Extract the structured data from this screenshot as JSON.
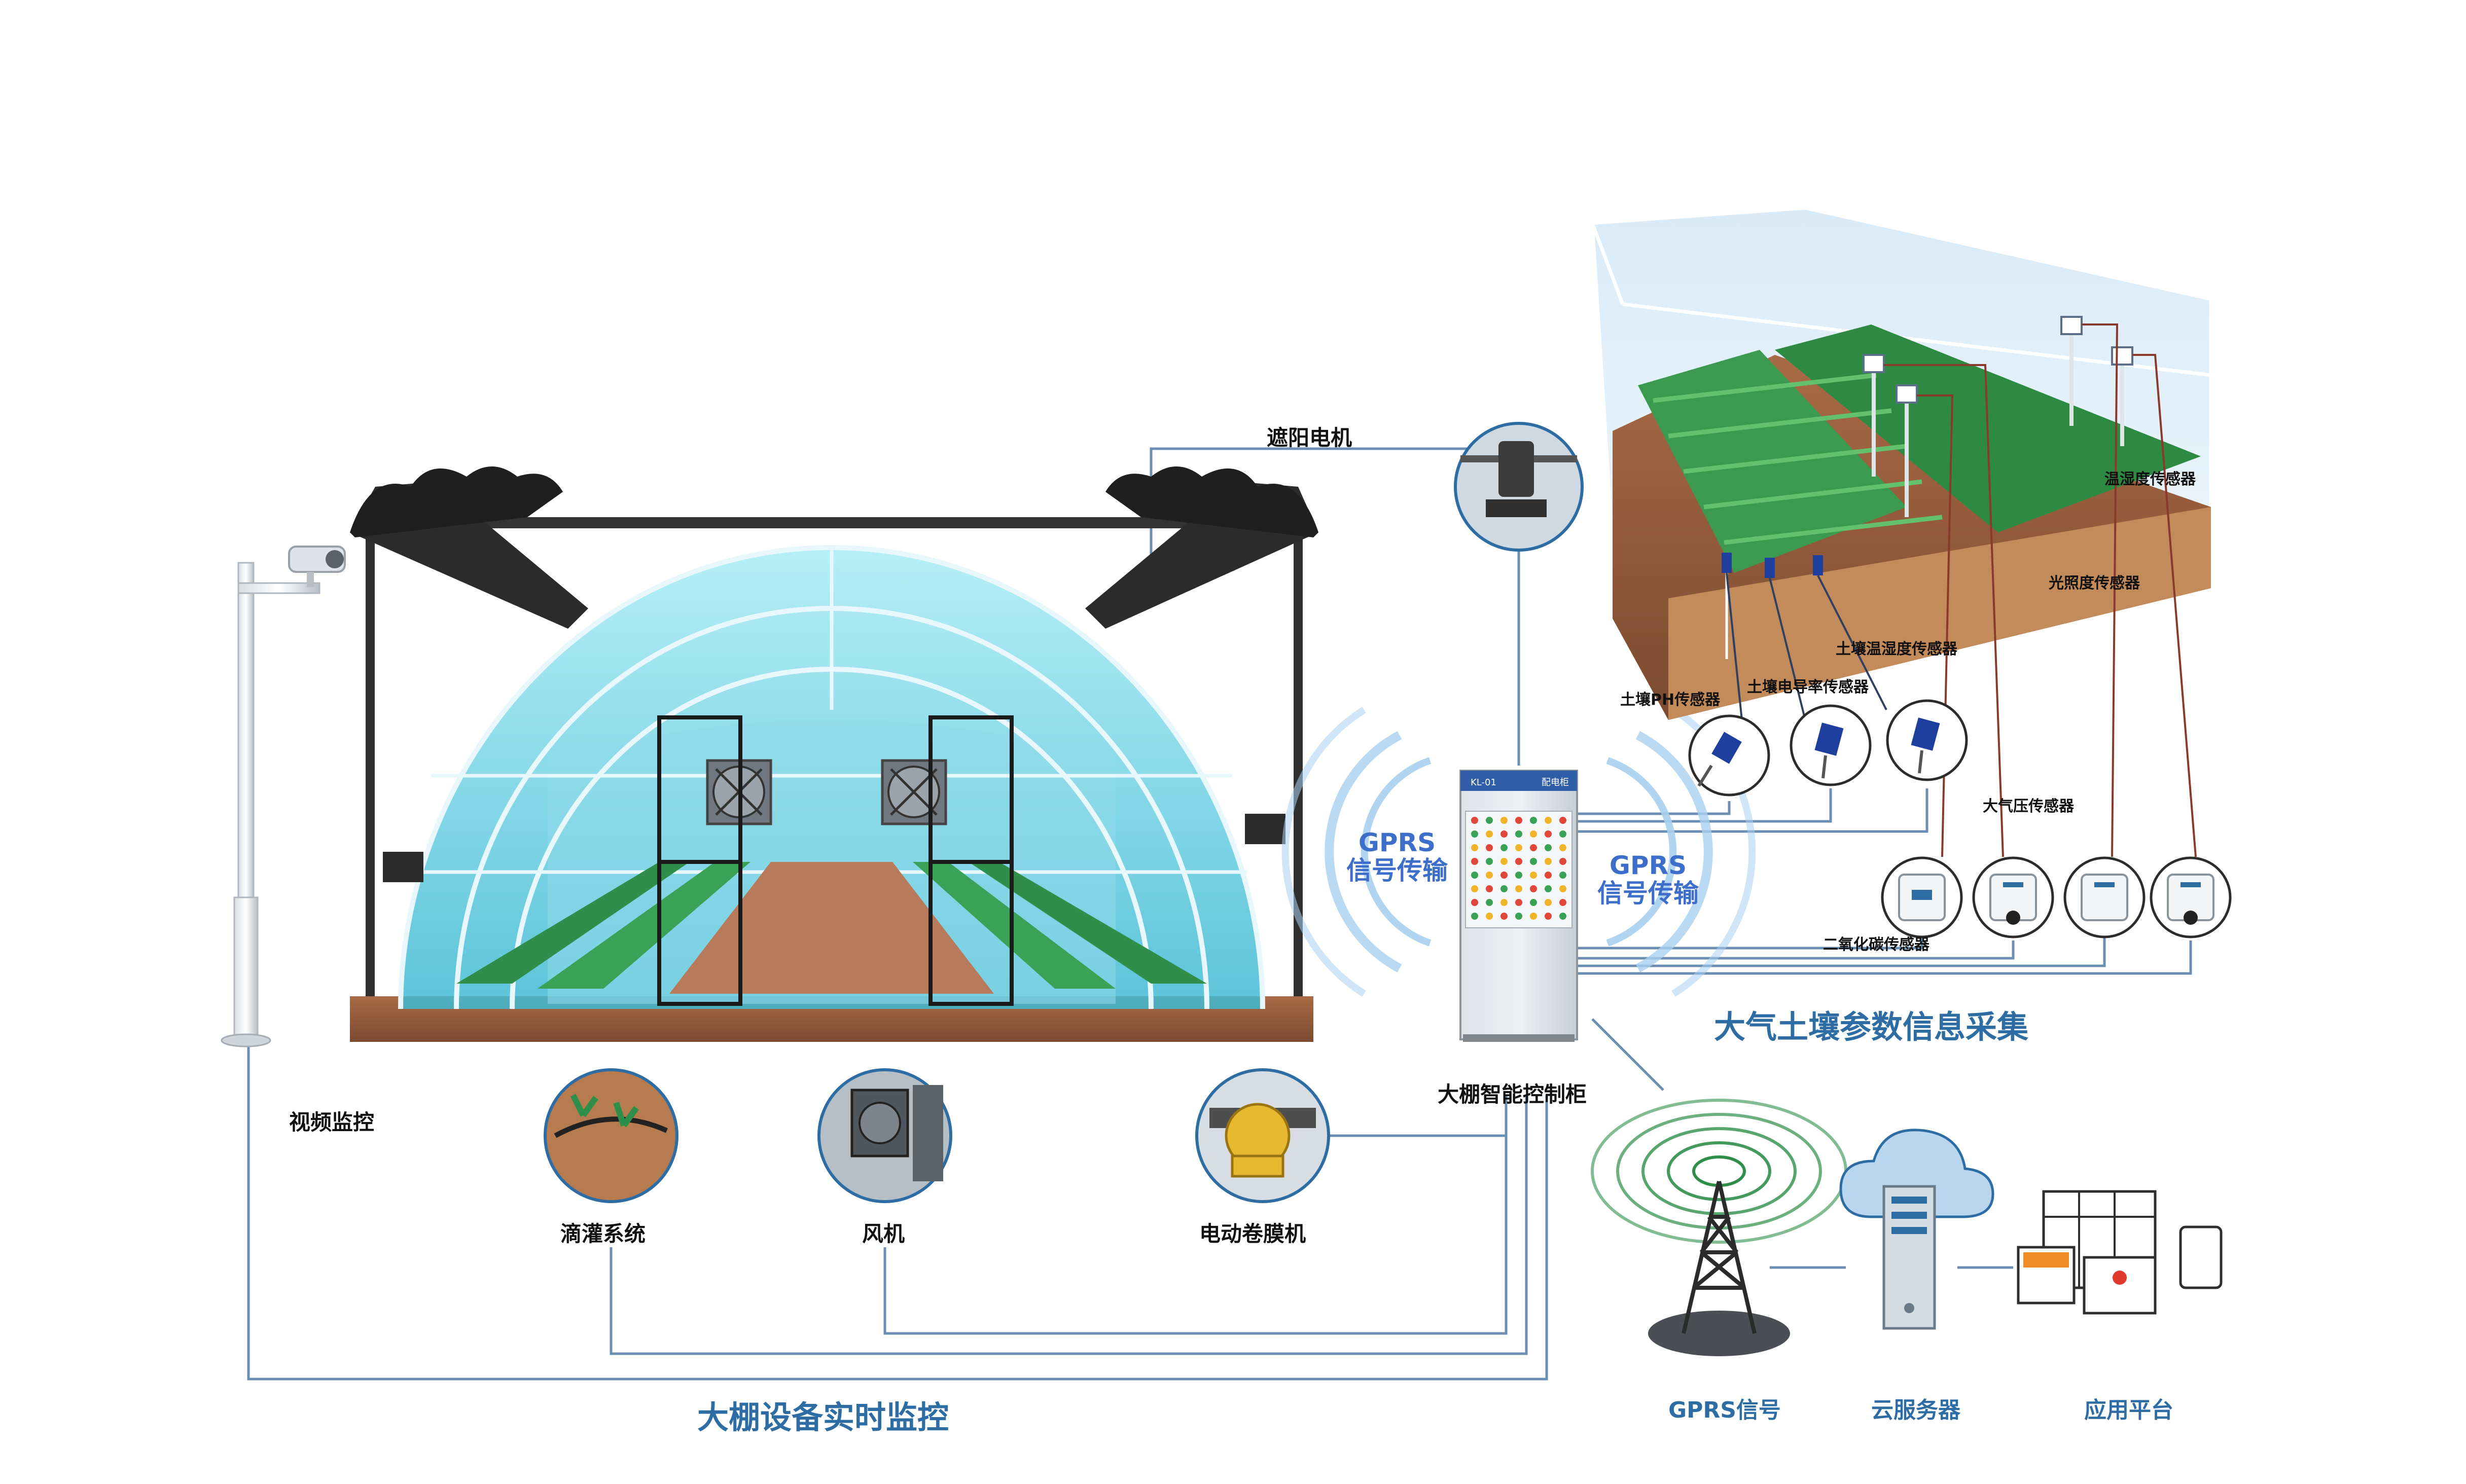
{
  "labels": {
    "shade_motor": "遮阳电机",
    "video_monitor": "视频监控",
    "drip_irrigation": "滴灌系统",
    "fan": "风机",
    "film_roller": "电动卷膜机",
    "control_cabinet": "大棚智能控制柜",
    "equipment_monitor": "大棚设备实时监控",
    "data_collection": "大气土壤参数信息采集",
    "gprs_left_1": "GPRS",
    "gprs_left_2": "信号传输",
    "gprs_right_1": "GPRS",
    "gprs_right_2": "信号传输",
    "gprs_signal": "GPRS信号",
    "cloud_server": "云服务器",
    "app_platform": "应用平台"
  },
  "sensors": {
    "temp_humidity": "温湿度传感器",
    "light": "光照度传感器",
    "soil_temp_humidity": "土壤温湿度传感器",
    "soil_ph": "土壤PH传感器",
    "soil_conductivity": "土壤电导率传感器",
    "pressure": "大气压传感器",
    "co2": "二氧化碳传感器"
  },
  "cabinet": {
    "tag_left": "KL-01",
    "tag_right": "配电柜"
  },
  "colors": {
    "line": "#6b8fb3",
    "accent": "#2e6da4",
    "greenhouse_glass": "#7fd6e8",
    "soil": "#b07a50",
    "plants": "#2f8f4a",
    "sensor_wire": "#8a3a2a"
  }
}
